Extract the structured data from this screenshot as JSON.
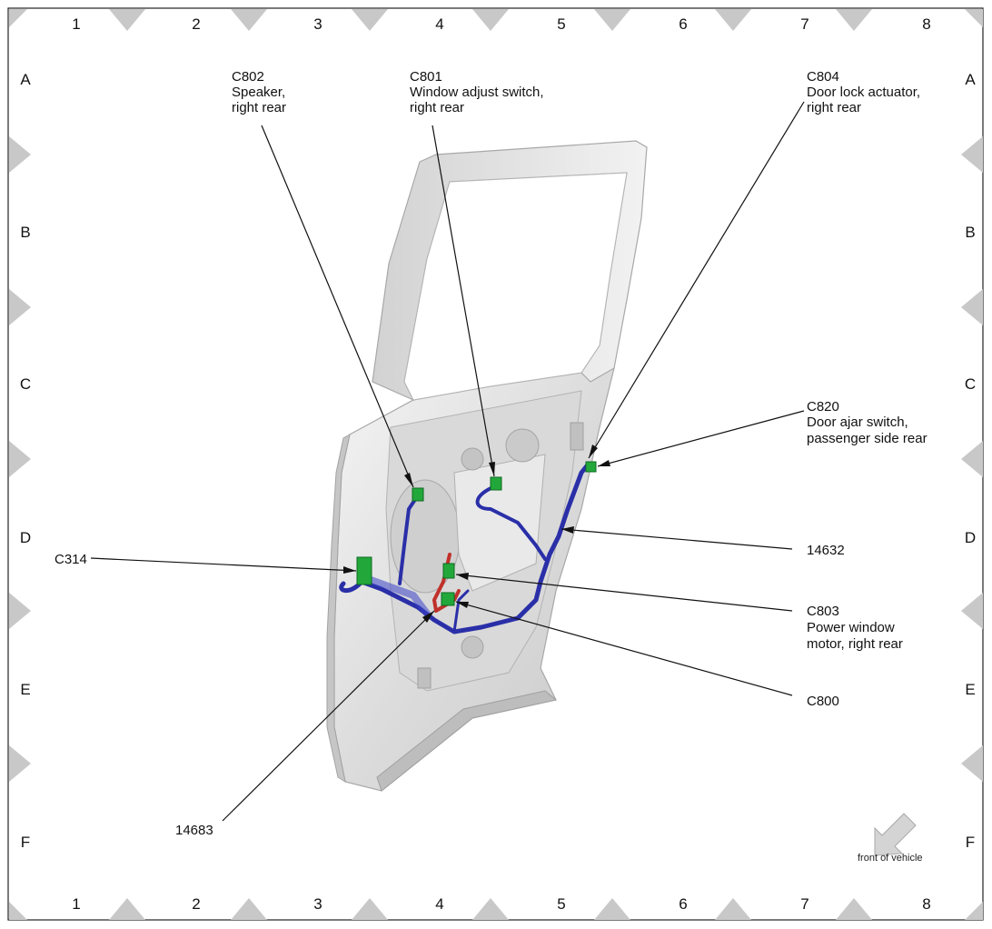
{
  "grid": {
    "columns": [
      "1",
      "2",
      "3",
      "4",
      "5",
      "6",
      "7",
      "8"
    ],
    "rows": [
      "A",
      "B",
      "C",
      "D",
      "E",
      "F"
    ]
  },
  "callouts": {
    "c802": {
      "id": "C802",
      "line1": "Speaker,",
      "line2": "right rear"
    },
    "c801": {
      "id": "C801",
      "line1": "Window adjust switch,",
      "line2": "right rear"
    },
    "c804": {
      "id": "C804",
      "line1": "Door lock actuator,",
      "line2": "right rear"
    },
    "c820": {
      "id": "C820",
      "line1": "Door ajar switch,",
      "line2": "passenger side rear"
    },
    "c314": {
      "id": "C314"
    },
    "w14632": {
      "id": "14632"
    },
    "c803": {
      "id": "C803",
      "line1": "Power window",
      "line2": "motor, right rear"
    },
    "c800": {
      "id": "C800"
    },
    "w14683": {
      "id": "14683"
    }
  },
  "orientation": {
    "label": "front of vehicle",
    "icon": "arrow-down-left-icon"
  },
  "colors": {
    "harness": "#2a2fa8",
    "harness_red": "#c0302a",
    "connector": "#22a83a",
    "door": "#e4e4e4",
    "marker": "#c8c8c8"
  }
}
